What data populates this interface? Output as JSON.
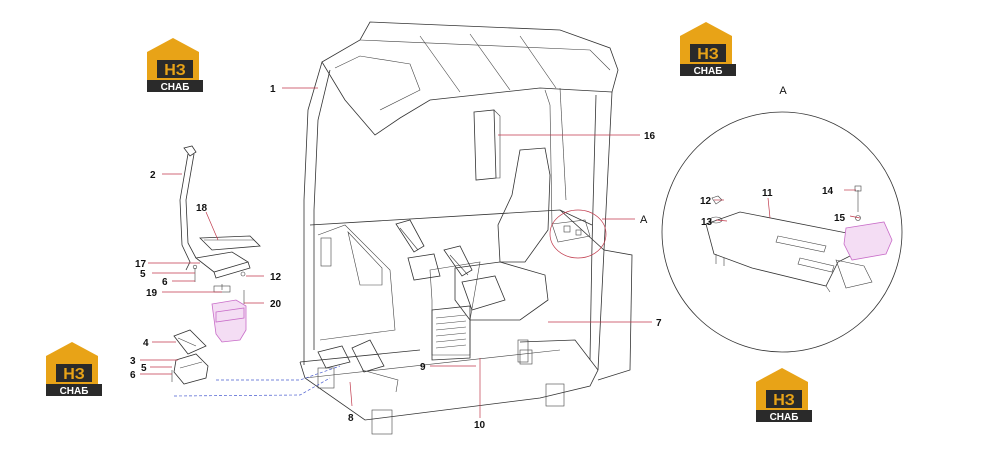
{
  "logo": {
    "top_text": "НЗ",
    "bottom_text": "СНАБ",
    "gold": "#e8a317",
    "dark": "#2a2a2a"
  },
  "detail_view": {
    "label": "A"
  },
  "callouts": {
    "c1": "1",
    "c2": "2",
    "c3": "3",
    "c4": "4",
    "c5a": "5",
    "c5b": "5",
    "c6a": "6",
    "c6b": "6",
    "c7": "7",
    "c8": "8",
    "c9": "9",
    "c10": "10",
    "c11": "11",
    "c12a": "12",
    "c12b": "12",
    "c13": "13",
    "c14": "14",
    "c15": "15",
    "c16": "16",
    "c17": "17",
    "c18": "18",
    "c19": "19",
    "c20": "20",
    "cA": "A"
  },
  "colors": {
    "leader": "#c0394b",
    "pink_part": "#c86cc8",
    "dashed": "#4a5ccf"
  }
}
